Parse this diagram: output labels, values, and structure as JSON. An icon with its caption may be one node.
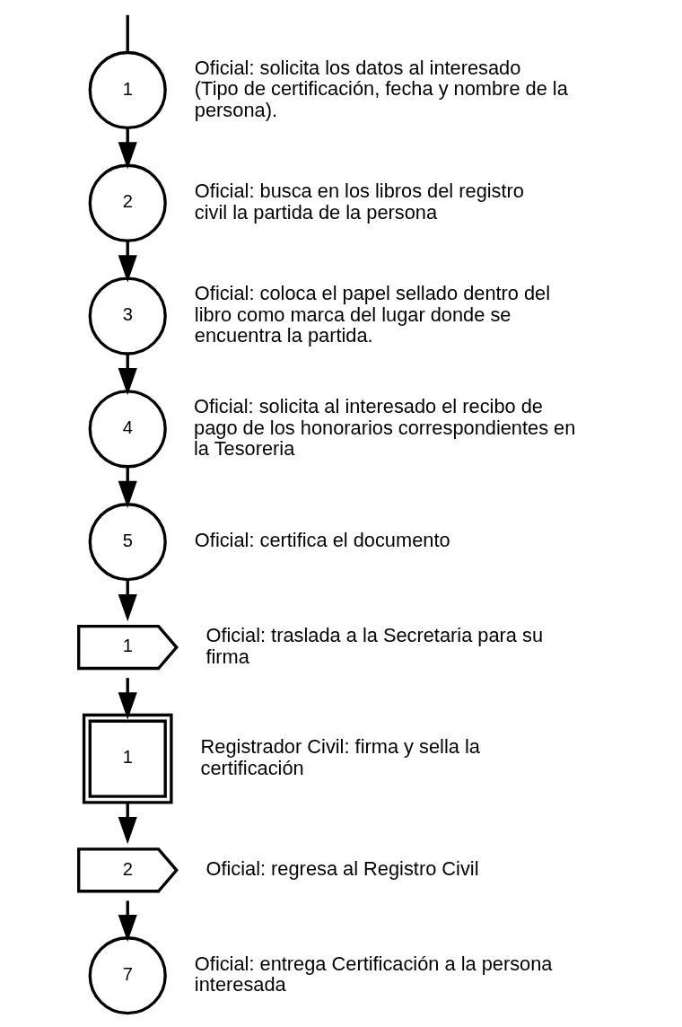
{
  "diagram": {
    "nodes": [
      {
        "text": [
          "1"
        ],
        "beside": [
          "Oficial: solicita los datos al interesado (Tipo de certificación, fecha y nombre de la persona)."
        ]
      },
      {
        "text": [
          "2"
        ],
        "beside": [
          "Oficial: busca en los libros del registro civil la partida de la persona"
        ]
      },
      {
        "text": [
          "3"
        ],
        "beside": [
          "Oficial: coloca el papel sellado dentro del libro como marca del lugar donde se encuentra la partida."
        ]
      },
      {
        "text": [
          "4"
        ],
        "beside": [
          "Oficial: solicita al interesado el recibo de pago de los honorarios correspondientes en la Tesoreria"
        ]
      },
      {
        "text": [
          "5"
        ],
        "beside": [
          "Oficial: certifica el documento"
        ]
      },
      {
        "text": [
          "1"
        ],
        "beside": [
          "Oficial: traslada a la Secretaria para su firma"
        ]
      },
      {
        "text": [
          "1"
        ],
        "beside": [
          "Registrador Civil: firma y sella la certificación"
        ]
      },
      {
        "text": [
          "2"
        ],
        "beside": [
          "Oficial: regresa al Registro Civil"
        ]
      },
      {
        "text": [
          "7"
        ],
        "beside": [
          "Oficial: entrega Certificación a la persona interesada"
        ]
      }
    ],
    "edges": [
      {
        "from": null,
        "to": 0,
        "arrow": "none"
      },
      {
        "from": 0,
        "to": 1,
        "arrow": "to"
      },
      {
        "from": 1,
        "to": 2,
        "arrow": "to"
      },
      {
        "from": 2,
        "to": 3,
        "arrow": "to"
      },
      {
        "from": 3,
        "to": 4,
        "arrow": "to"
      },
      {
        "from": 4,
        "to": 5,
        "arrow": "to"
      },
      {
        "from": 5,
        "to": 6,
        "arrow": "to"
      },
      {
        "from": 6,
        "to": 7,
        "arrow": "to"
      },
      {
        "from": 7,
        "to": 8,
        "arrow": "to"
      }
    ]
  }
}
